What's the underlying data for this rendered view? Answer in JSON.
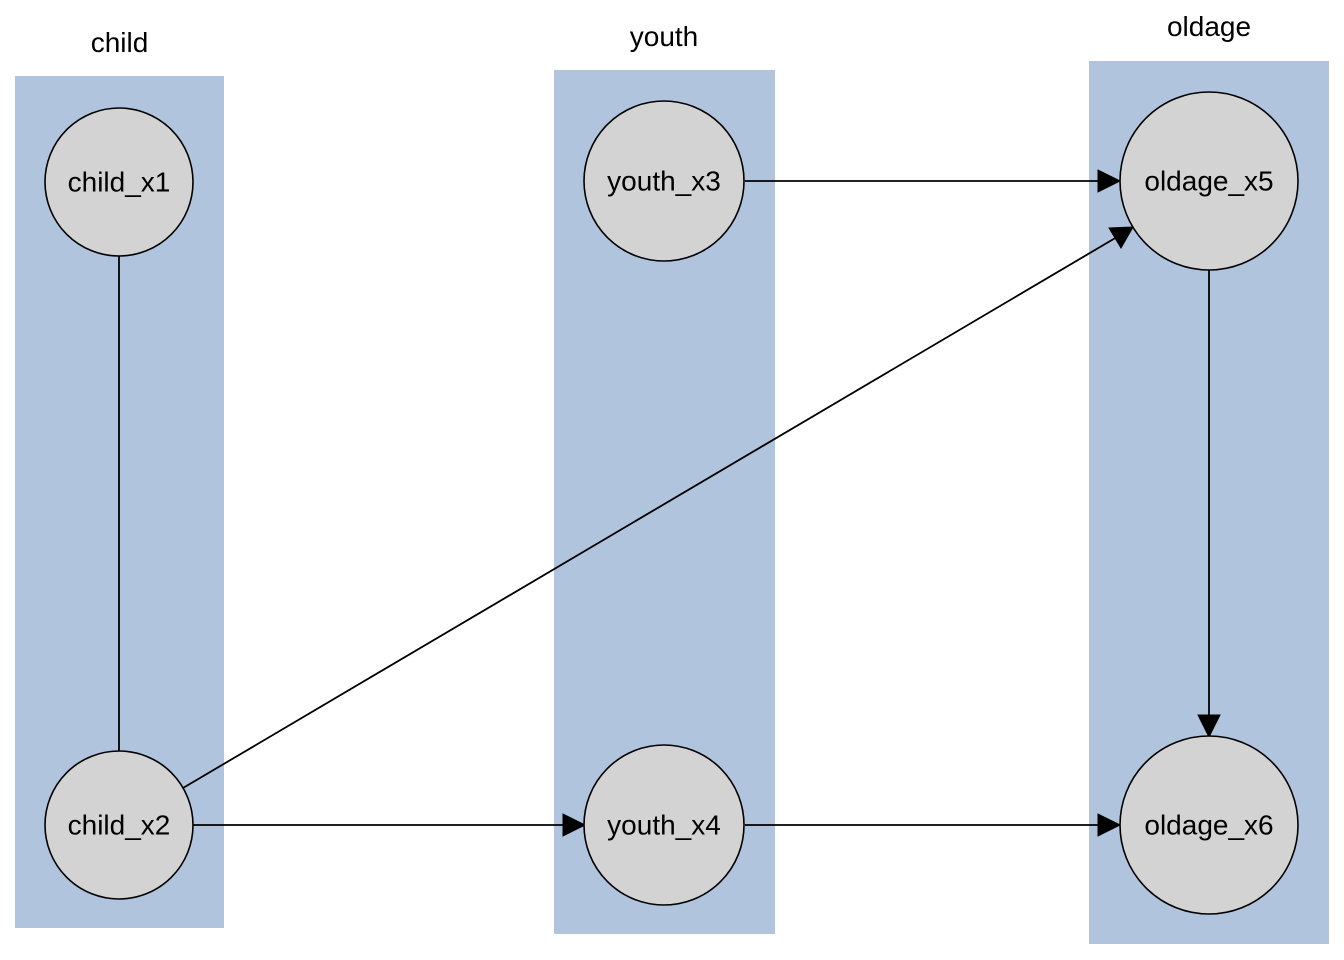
{
  "clusters": [
    {
      "id": "child",
      "label": "child"
    },
    {
      "id": "youth",
      "label": "youth"
    },
    {
      "id": "oldage",
      "label": "oldage"
    }
  ],
  "nodes": [
    {
      "id": "child_x1",
      "label": "child_x1",
      "cluster": "child"
    },
    {
      "id": "child_x2",
      "label": "child_x2",
      "cluster": "child"
    },
    {
      "id": "youth_x3",
      "label": "youth_x3",
      "cluster": "youth"
    },
    {
      "id": "youth_x4",
      "label": "youth_x4",
      "cluster": "youth"
    },
    {
      "id": "oldage_x5",
      "label": "oldage_x5",
      "cluster": "oldage"
    },
    {
      "id": "oldage_x6",
      "label": "oldage_x6",
      "cluster": "oldage"
    }
  ],
  "edges": [
    {
      "from": "child_x1",
      "to": "child_x2",
      "directed": false
    },
    {
      "from": "child_x2",
      "to": "oldage_x5",
      "directed": true
    },
    {
      "from": "child_x2",
      "to": "youth_x4",
      "directed": true
    },
    {
      "from": "youth_x3",
      "to": "oldage_x5",
      "directed": true
    },
    {
      "from": "youth_x4",
      "to": "oldage_x6",
      "directed": true
    },
    {
      "from": "oldage_x5",
      "to": "oldage_x6",
      "directed": true
    }
  ],
  "colors": {
    "cluster_fill": "#b0c4de",
    "node_fill": "#d3d3d3",
    "stroke": "#000000",
    "background": "#ffffff"
  }
}
